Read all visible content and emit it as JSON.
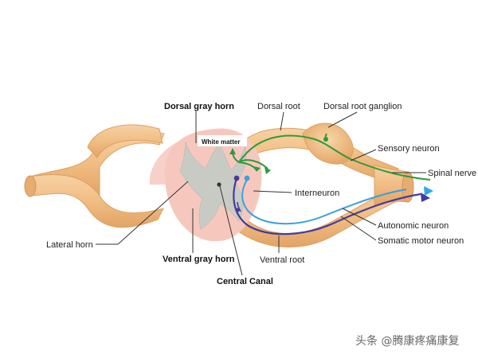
{
  "labels": {
    "dorsal_gray_horn": "Dorsal gray horn",
    "dorsal_root": "Dorsal root",
    "dorsal_root_ganglion": "Dorsal root ganglion",
    "white_matter": "White matter",
    "sensory_neuron": "Sensory neuron",
    "spinal_nerve": "Spinal nerve",
    "interneuron": "Interneuron",
    "autonomic_neuron": "Autonomic neuron",
    "somatic_motor_neuron": "Somatic motor neuron",
    "lateral_horn": "Lateral horn",
    "ventral_gray_horn": "Ventral gray horn",
    "ventral_root": "Ventral root",
    "central_canal": "Central Canal"
  },
  "watermark": "头条 @腾康疼痛康复",
  "colors": {
    "nerve": "#f3c189",
    "nerve_edge": "#dea062",
    "white_matter": "#f6c8bd",
    "gray_matter": "#c9ccc6",
    "sensory": "#2f9a3a",
    "interneuron": "#3aa0e0",
    "autonomic": "#2aa8e8",
    "somatic": "#433c9c"
  }
}
